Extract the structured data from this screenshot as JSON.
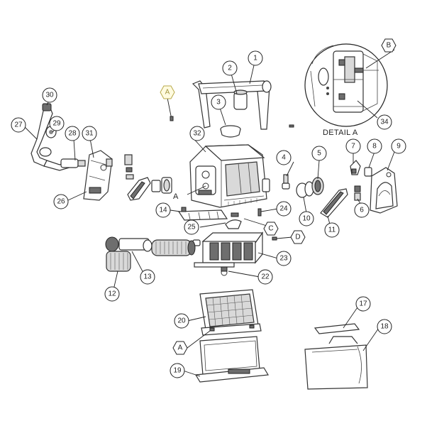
{
  "diagram": {
    "detail_title": "DETAIL A",
    "part_callouts": [
      {
        "id": "p1",
        "label": "1"
      },
      {
        "id": "p2",
        "label": "2"
      },
      {
        "id": "p3",
        "label": "3"
      },
      {
        "id": "p4",
        "label": "4"
      },
      {
        "id": "p5",
        "label": "5"
      },
      {
        "id": "p6",
        "label": "6"
      },
      {
        "id": "p7",
        "label": "7"
      },
      {
        "id": "p8",
        "label": "8"
      },
      {
        "id": "p9",
        "label": "9"
      },
      {
        "id": "p10",
        "label": "10"
      },
      {
        "id": "p11",
        "label": "11"
      },
      {
        "id": "p12",
        "label": "12"
      },
      {
        "id": "p13",
        "label": "13"
      },
      {
        "id": "p14",
        "label": "14"
      },
      {
        "id": "p17",
        "label": "17"
      },
      {
        "id": "p18",
        "label": "18"
      },
      {
        "id": "p19",
        "label": "19"
      },
      {
        "id": "p20",
        "label": "20"
      },
      {
        "id": "p22",
        "label": "22"
      },
      {
        "id": "p23",
        "label": "23"
      },
      {
        "id": "p24",
        "label": "24"
      },
      {
        "id": "p25",
        "label": "25"
      },
      {
        "id": "p26",
        "label": "26"
      },
      {
        "id": "p27",
        "label": "27"
      },
      {
        "id": "p28",
        "label": "28"
      },
      {
        "id": "p29",
        "label": "29"
      },
      {
        "id": "p30",
        "label": "30"
      },
      {
        "id": "p31",
        "label": "31"
      },
      {
        "id": "p32",
        "label": "32"
      },
      {
        "id": "p34",
        "label": "34"
      }
    ],
    "letter_callouts": [
      {
        "id": "lA_top",
        "label": "A",
        "highlight": true
      },
      {
        "id": "lB",
        "label": "B",
        "highlight": false
      },
      {
        "id": "lC",
        "label": "C",
        "highlight": false
      },
      {
        "id": "lD",
        "label": "D",
        "highlight": false
      },
      {
        "id": "lA_bottom",
        "label": "A",
        "highlight": false
      }
    ],
    "plain_labels": [
      {
        "id": "tA_mid",
        "label": "A"
      }
    ],
    "colors": {
      "line": "#333333",
      "highlight": "#b8a94a"
    }
  }
}
